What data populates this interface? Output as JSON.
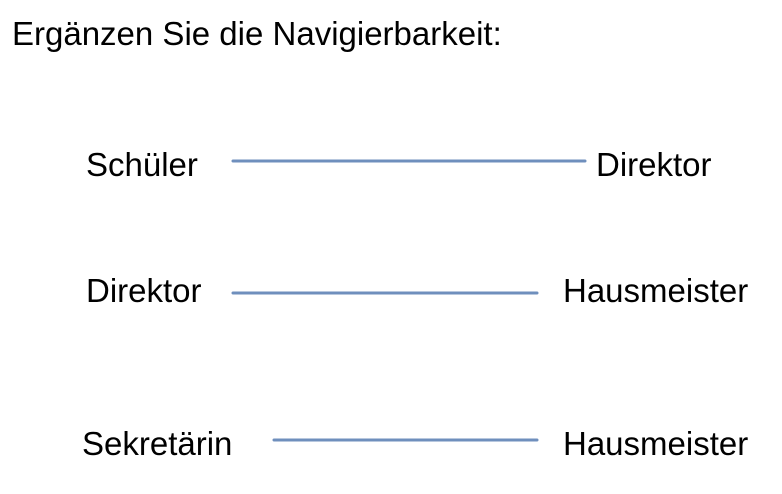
{
  "title": "Ergänzen Sie die Navigierbarkeit:",
  "associations": [
    {
      "left": "Schüler",
      "right": "Direktor"
    },
    {
      "left": "Direktor",
      "right": "Hausmeister"
    },
    {
      "left": "Sekretärin",
      "right": "Hausmeister"
    }
  ],
  "colors": {
    "line": "#6f8fbd",
    "text": "#000000",
    "background": "#ffffff"
  }
}
